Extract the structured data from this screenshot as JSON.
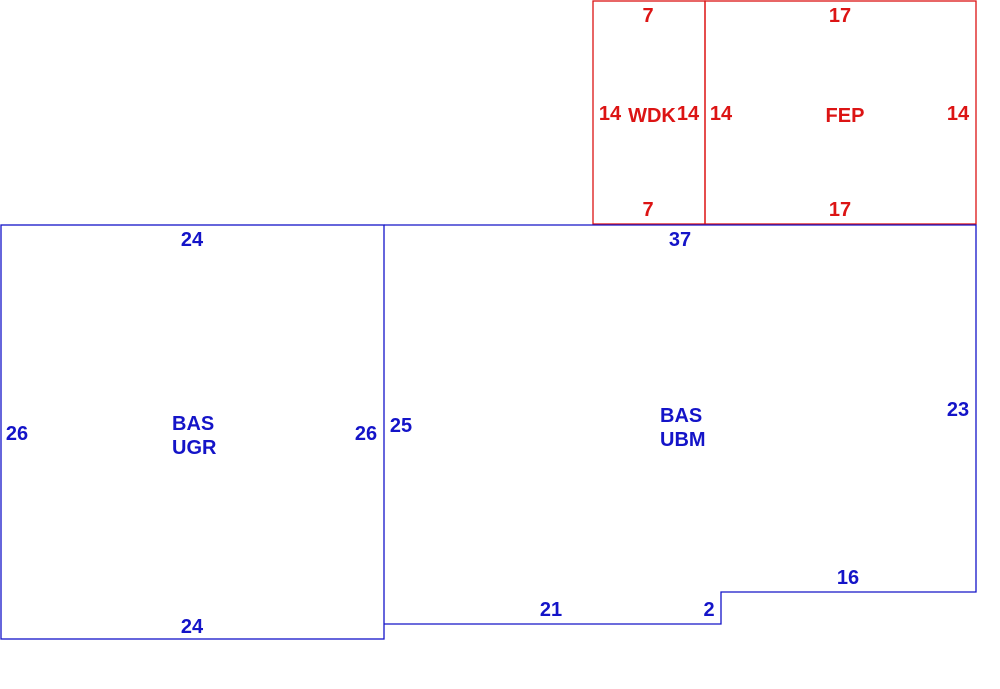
{
  "colors": {
    "blue": "#1414c8",
    "red": "#dc1414"
  },
  "areas": {
    "wdk": {
      "code": "WDK",
      "top": "7",
      "bottom": "7",
      "left": "14",
      "right": "14"
    },
    "fep": {
      "code": "FEP",
      "top": "17",
      "bottom": "17",
      "left": "14",
      "right": "14"
    },
    "ugr": {
      "code_line1": "BAS",
      "code_line2": "UGR",
      "top": "24",
      "bottom": "24",
      "left": "26",
      "right": "26"
    },
    "ubm": {
      "code_line1": "BAS",
      "code_line2": "UBM",
      "top": "37",
      "left": "25",
      "right": "23",
      "bottom_left": "21",
      "step": "2",
      "bottom_right": "16"
    }
  }
}
